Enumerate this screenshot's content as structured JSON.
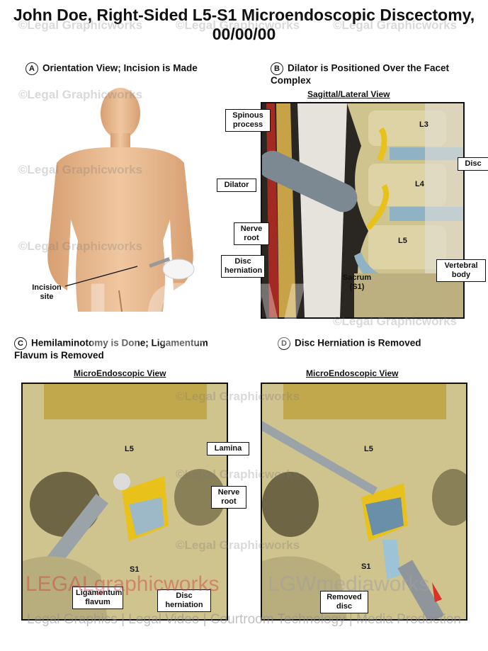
{
  "title": "John Doe, Right-Sided L5-S1 Microendoscopic Discectomy, 00/00/00",
  "panels": {
    "a": {
      "letter": "A",
      "heading": "Orientation View; Incision is Made",
      "incision_label": "Incision site"
    },
    "b": {
      "letter": "B",
      "heading": "Dilator is Positioned Over the Facet Complex",
      "subheading": "Sagittal/Lateral View",
      "labels": {
        "spinous": "Spinous process",
        "dilator": "Dilator",
        "nerve_root": "Nerve root",
        "disc_herniation": "Disc herniation",
        "l3": "L3",
        "l4": "L4",
        "l5": "L5",
        "disc": "Disc",
        "vertebral_body": "Vertebral body",
        "sacrum": "Sacrum (S1)"
      }
    },
    "c": {
      "letter": "C",
      "heading": "Hemilaminotomy is Done; Ligamentum Flavum is Removed",
      "subheading": "MicroEndoscopic View",
      "labels": {
        "l5": "L5",
        "lamina": "Lamina",
        "nerve_root": "Nerve root",
        "s1": "S1",
        "ligamentum": "Ligamentum flavum",
        "disc_herniation": "Disc herniation"
      }
    },
    "d": {
      "letter": "D",
      "heading": "Disc Herniation is Removed",
      "subheading": "MicroEndoscopic View",
      "labels": {
        "l5": "L5",
        "s1": "S1",
        "removed_disc": "Removed disc"
      }
    }
  },
  "watermark": {
    "text": "©Legal Graphicworks",
    "big": "LGW"
  },
  "branding": {
    "left": "LEGALgraphicworks",
    "right": "LGWmediaworks"
  },
  "footer": "Legal Graphics | Legal Video | Courtroom Technology | Media Production",
  "colors": {
    "bone": "#d8cd9a",
    "nerve": "#e8c21a",
    "disc": "#8fb3c4",
    "skin": "#e7b98e"
  }
}
